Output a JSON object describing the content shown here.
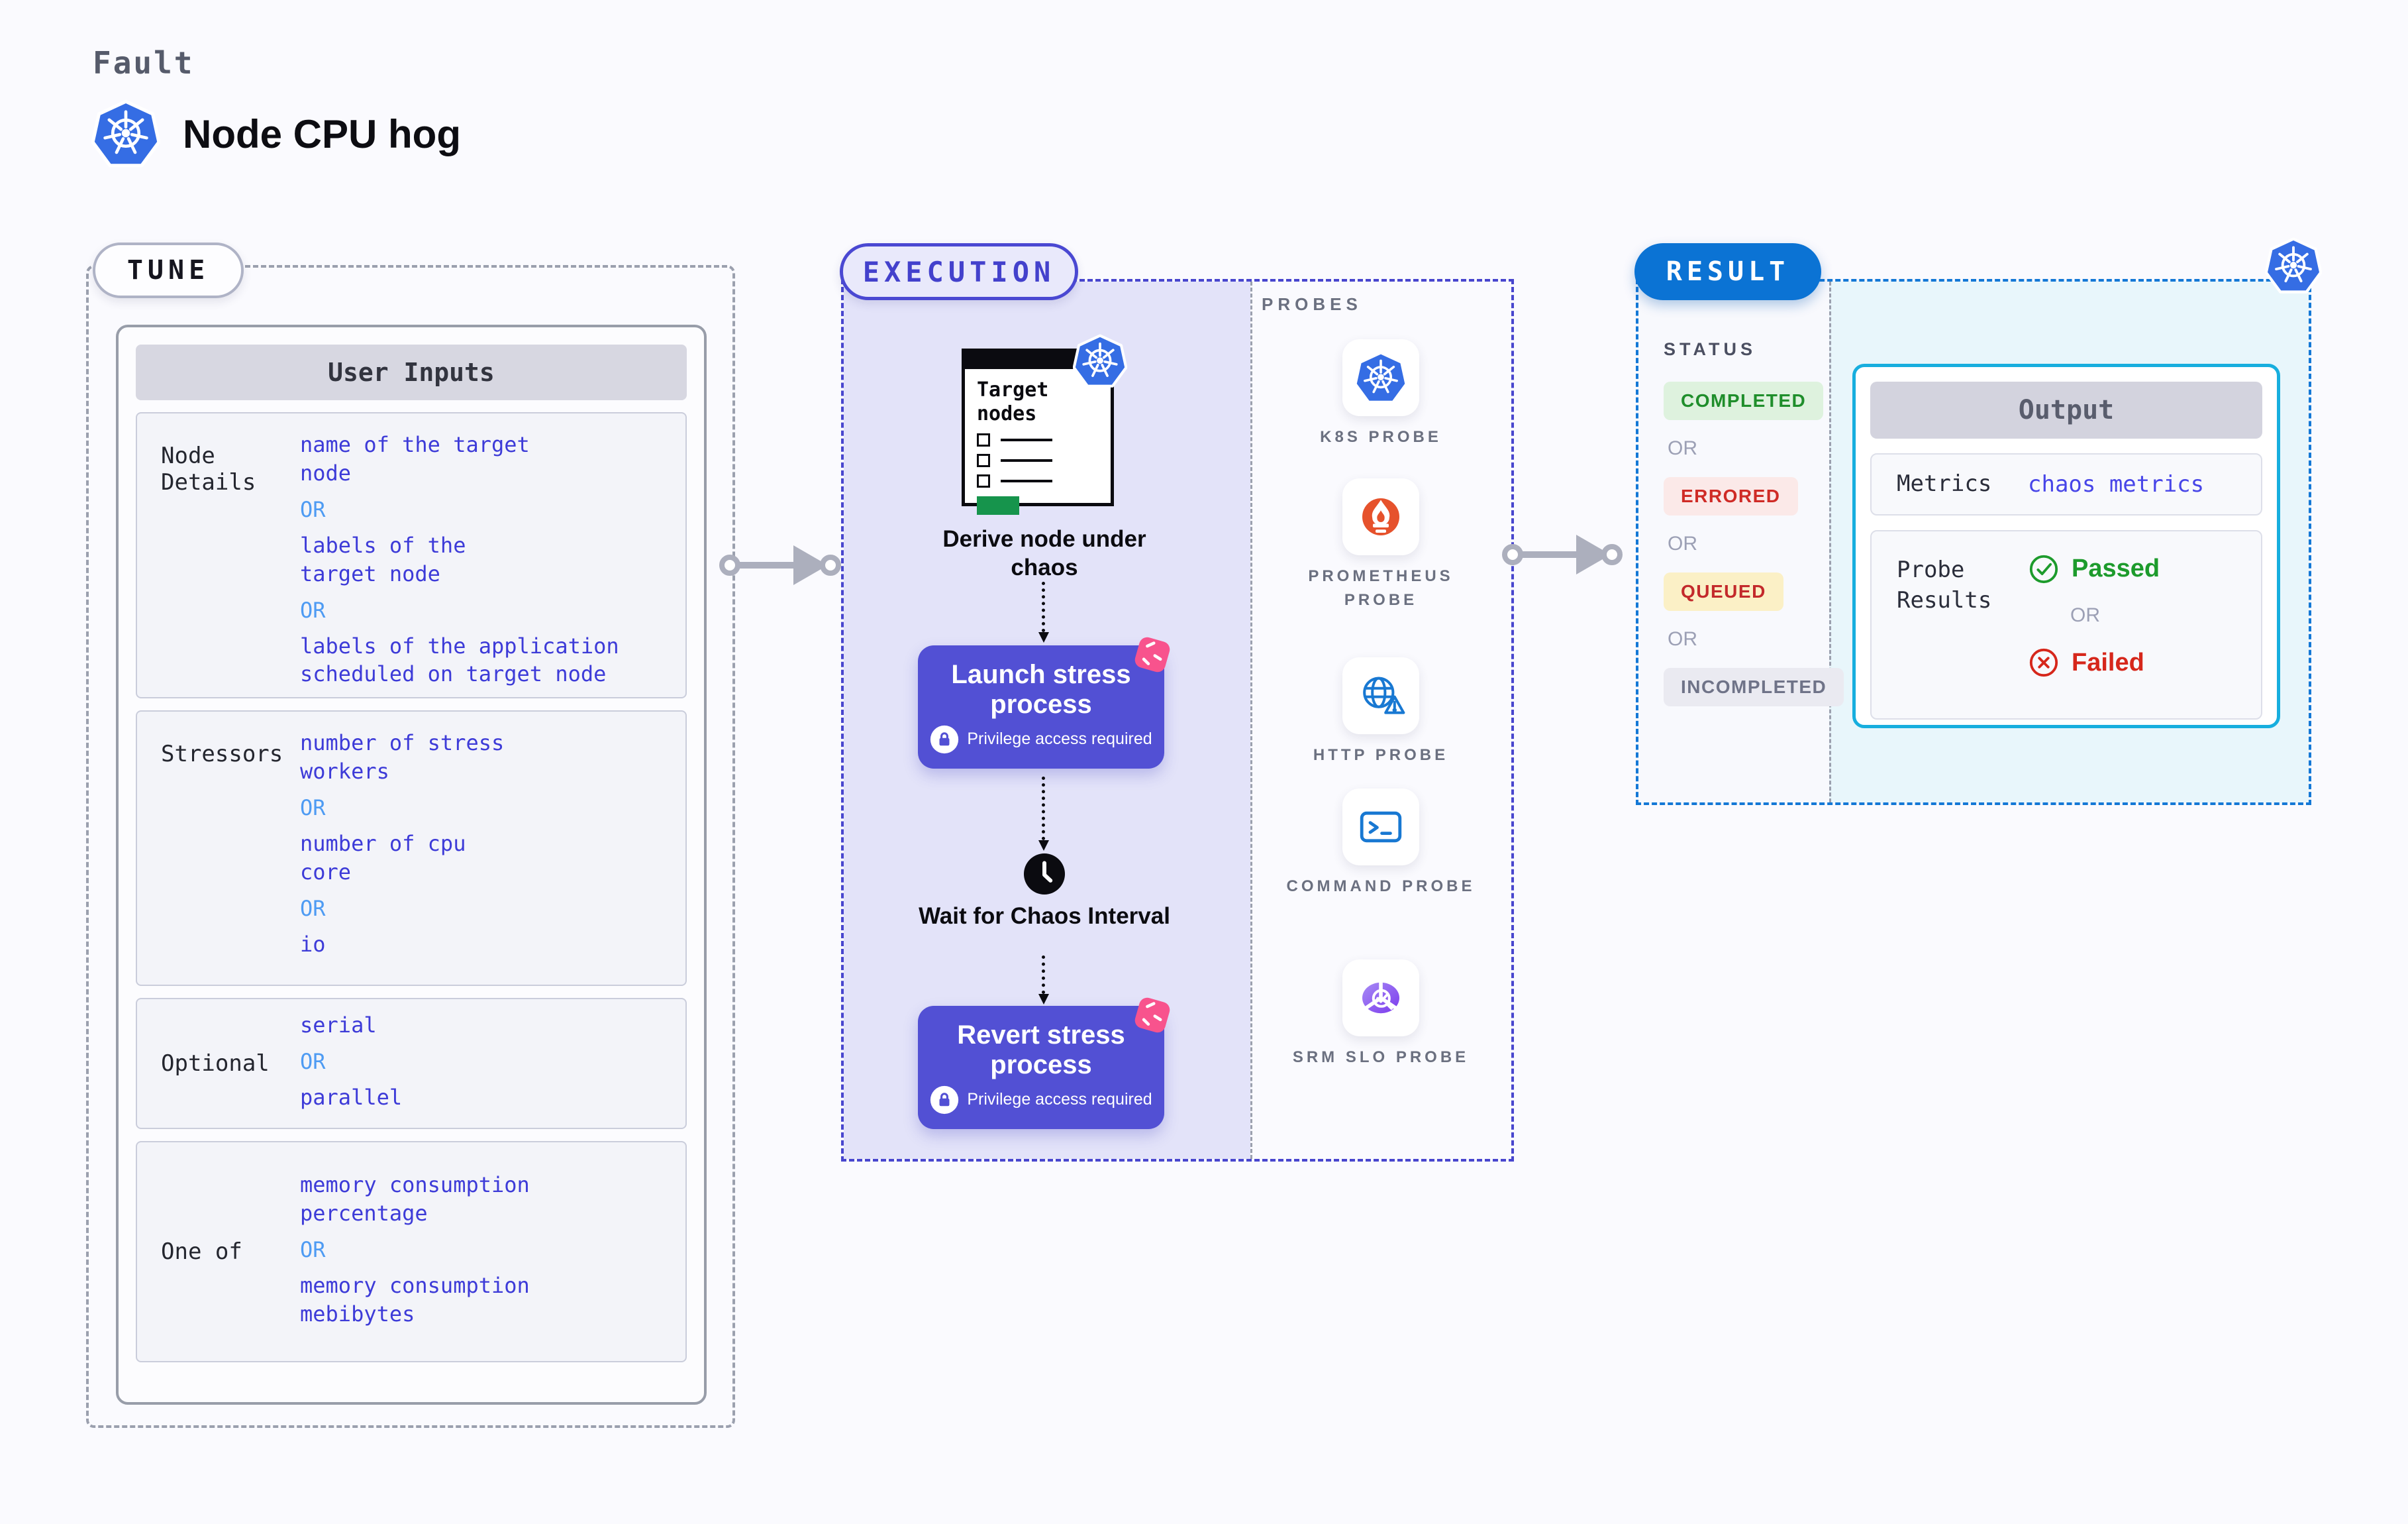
{
  "header": {
    "eyebrow": "Fault",
    "title": "Node CPU hog"
  },
  "tune": {
    "badge": "TUNE",
    "card_title": "User Inputs",
    "or_label": "OR",
    "rows": [
      {
        "label": "Node Details",
        "options": [
          "name of the target\nnode",
          "labels of the\ntarget node",
          "labels of the application\nscheduled on target node"
        ]
      },
      {
        "label": "Stressors",
        "options": [
          "number of stress\nworkers",
          "number of cpu\ncore",
          "io"
        ]
      },
      {
        "label": "Optional",
        "options": [
          "serial",
          "parallel"
        ]
      },
      {
        "label": "One of",
        "options": [
          "memory consumption\npercentage",
          "memory consumption\nmebibytes"
        ]
      }
    ]
  },
  "execution": {
    "badge": "EXECUTION",
    "target_box_title": "Target\nnodes",
    "derive_label": "Derive node under chaos",
    "launch_label": "Launch stress process",
    "privilege_label": "Privilege access required",
    "wait_label": "Wait for Chaos Interval",
    "revert_label": "Revert stress process"
  },
  "probes": {
    "title": "PROBES",
    "items": [
      {
        "label": "K8S PROBE",
        "icon": "kubernetes"
      },
      {
        "label": "PROMETHEUS PROBE",
        "icon": "prometheus"
      },
      {
        "label": "HTTP PROBE",
        "icon": "http"
      },
      {
        "label": "COMMAND PROBE",
        "icon": "command"
      },
      {
        "label": "SRM SLO PROBE",
        "icon": "srm"
      }
    ]
  },
  "result": {
    "badge": "RESULT",
    "status_title": "STATUS",
    "or_label": "OR",
    "statuses": [
      {
        "label": "COMPLETED",
        "bg": "#DEF2DE",
        "fg": "#1F8E2B"
      },
      {
        "label": "ERRORED",
        "bg": "#FBE9E8",
        "fg": "#CF2B26"
      },
      {
        "label": "QUEUED",
        "bg": "#FBF0C6",
        "fg": "#C3292B"
      },
      {
        "label": "INCOMPLETED",
        "bg": "#EAEAF1",
        "fg": "#6F7388"
      }
    ],
    "output": {
      "title": "Output",
      "metrics_label": "Metrics",
      "metrics_value": "chaos metrics",
      "probe_results_label": "Probe Results",
      "passed_label": "Passed",
      "or_label": "OR",
      "failed_label": "Failed"
    }
  },
  "icons": {
    "kubernetes-icon": "blue heptagon with white helm wheel",
    "prometheus-icon": "orange circle with white flame",
    "http-icon": "blue globe with warning triangle",
    "command-icon": "blue terminal prompt",
    "srm-icon": "purple gauge pie with check",
    "lock-icon": "white circle padlock",
    "clock-icon": "black clock face",
    "chaos-icon": "pink rotated square scribble",
    "check-icon": "green circled check",
    "cross-icon": "red circled x"
  },
  "colors": {
    "page_bg": "#FAFAFE",
    "lavender": "#E3E3F9",
    "exec_dash": "#4846CE",
    "gray_dash": "#9BA0AE",
    "indigo_button": "#5250D4",
    "pink_badge": "#F8538D",
    "result_blue": "#0B73D4",
    "cyan_border": "#17AEDE",
    "option_blue": "#3D3BD8",
    "or_blue": "#4E9BF3",
    "passed_green": "#1D9B2C",
    "failed_red": "#D6271B",
    "k8s_blue": "#356DE4",
    "prometheus_orange": "#E6522C",
    "probe_icon_blue": "#1878D2",
    "target_green": "#16944C"
  }
}
